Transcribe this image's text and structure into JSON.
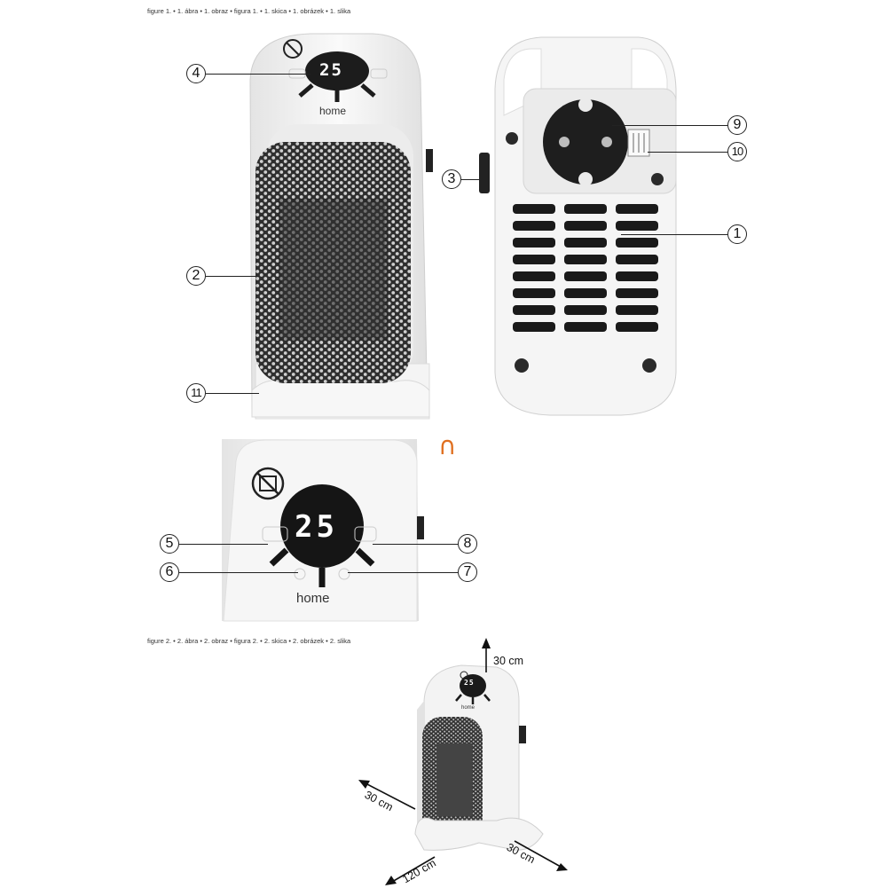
{
  "captions": {
    "figure1": "figure 1. • 1. ábra • 1. obraz • figura 1. • 1. skica • 1. obrázek • 1. slika",
    "figure2": "figure 2. • 2. ábra • 2. obraz • figura 2. • 2. skica • 2. obrázek • 2. slika"
  },
  "display": {
    "front": "25",
    "closeup": "25",
    "small": "25"
  },
  "brand": "home",
  "callouts": [
    "①",
    "②",
    "③",
    "④",
    "⑤",
    "⑥",
    "⑦",
    "⑧",
    "⑨",
    "⑩",
    "⑪"
  ],
  "callout_numbers": {
    "c1": "1",
    "c2": "2",
    "c3": "3",
    "c4": "4",
    "c5": "5",
    "c6": "6",
    "c7": "7",
    "c8": "8",
    "c9": "9",
    "c10": "10",
    "c11": "11"
  },
  "symbol": "∩",
  "clearances": {
    "top": "30 cm",
    "left": "30 cm",
    "right": "30 cm",
    "front": "120 cm"
  },
  "colors": {
    "accent_symbol": "#e07020",
    "body": "#f2f2f2",
    "grille": "#3a3a3a"
  }
}
